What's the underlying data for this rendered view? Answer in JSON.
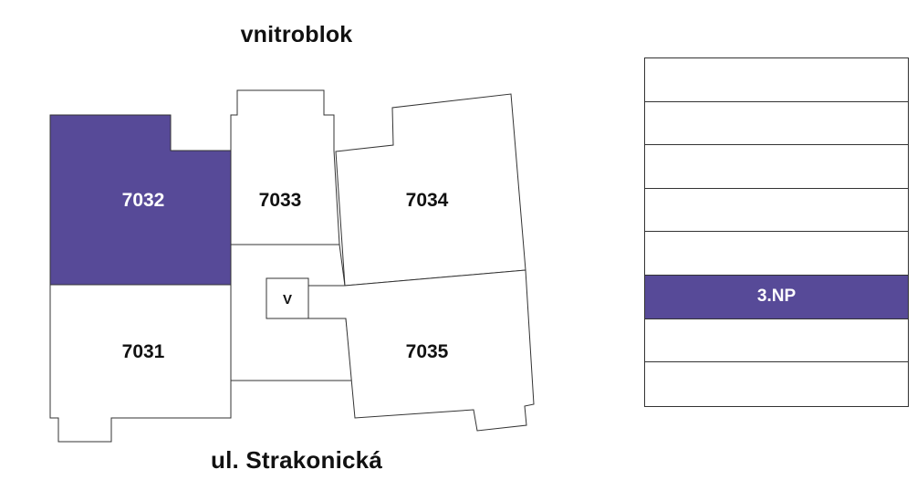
{
  "plan": {
    "top_label": "vnitroblok",
    "bottom_label": "ul. Strakonická",
    "accent_color": "#574a98",
    "units": [
      {
        "id": "7031",
        "label": "7031",
        "selected": false
      },
      {
        "id": "7032",
        "label": "7032",
        "selected": true
      },
      {
        "id": "7033",
        "label": "7033",
        "selected": false
      },
      {
        "id": "7034",
        "label": "7034",
        "selected": false
      },
      {
        "id": "7035",
        "label": "7035",
        "selected": false
      }
    ],
    "stair_label": "V"
  },
  "floors": {
    "items": [
      {
        "label": "",
        "active": false
      },
      {
        "label": "",
        "active": false
      },
      {
        "label": "",
        "active": false
      },
      {
        "label": "",
        "active": false
      },
      {
        "label": "",
        "active": false
      },
      {
        "label": "3.NP",
        "active": true
      },
      {
        "label": "",
        "active": false
      },
      {
        "label": "",
        "active": false
      }
    ]
  }
}
